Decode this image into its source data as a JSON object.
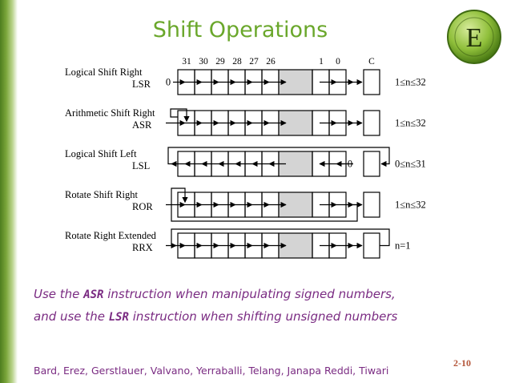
{
  "title": "Shift Operations",
  "logo_letter": "E",
  "bit_headers": [
    "31",
    "30",
    "29",
    "28",
    "27",
    "26",
    "1",
    "0",
    "C"
  ],
  "operations": [
    {
      "name": "Logical Shift Right",
      "mnemonic": "LSR",
      "input_value": "0",
      "range": "1≤n≤32"
    },
    {
      "name": "Arithmetic Shift Right",
      "mnemonic": "ASR",
      "range": "1≤n≤32"
    },
    {
      "name": "Logical Shift Left",
      "mnemonic": "LSL",
      "input_value": "0",
      "range": "0≤n≤31"
    },
    {
      "name": "Rotate Shift Right",
      "mnemonic": "ROR",
      "range": "1≤n≤32"
    },
    {
      "name": "Rotate Right Extended",
      "mnemonic": "RRX",
      "range": "n=1"
    }
  ],
  "notes": [
    {
      "before": "Use the ",
      "code": "ASR",
      "after": " instruction when manipulating signed numbers,"
    },
    {
      "before": "and use the ",
      "code": "LSR",
      "after": " instruction when shifting unsigned numbers"
    }
  ],
  "footer": "Bard, Erez, Gerstlauer, Valvano, Yerraballi, Telang, Janapa Reddi, Tiwari",
  "page_number": "2-10",
  "colors": {
    "title": "#6aa72b",
    "note": "#7a2b82",
    "page_number": "#b4563a",
    "gap_cell": "#d4d4d4"
  }
}
